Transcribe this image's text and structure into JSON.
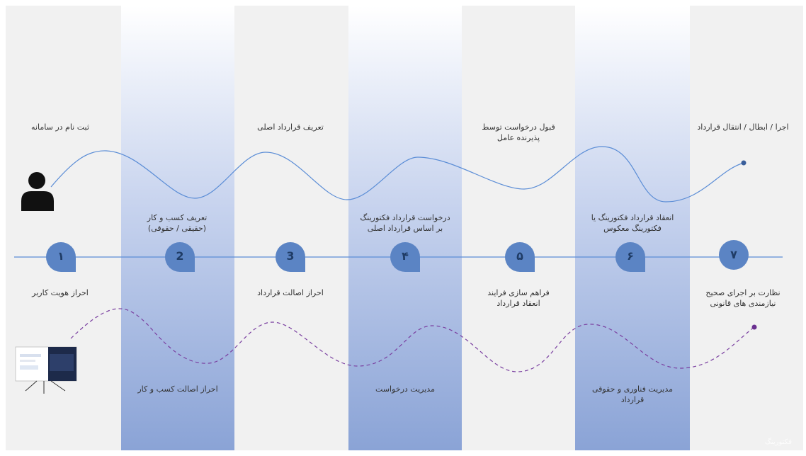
{
  "steps": [
    {
      "num": "١",
      "top": "ثبت نام در سامانه",
      "top2": "",
      "bottom": "احراز هویت کاربر",
      "bottom2": ""
    },
    {
      "num": "2",
      "top": "تعریف کسب و کار",
      "top2": "(حقیقی / حقوقی)",
      "bottom": "",
      "bottom2": ""
    },
    {
      "num": "3",
      "top": "تعریف قرارداد اصلی",
      "top2": "",
      "bottom": "احراز اصالت قرارداد",
      "bottom2": ""
    },
    {
      "num": "۴",
      "top": "درخواست قرارداد فکتورینگ",
      "top2": "بر اساس قرارداد اصلی",
      "bottom": "",
      "bottom2": ""
    },
    {
      "num": "۵",
      "top": "قبول درخواست توسط",
      "top2": "پذیرنده عامل",
      "bottom": "فراهم سازی فرایند",
      "bottom2": "انعقاد قرارداد"
    },
    {
      "num": "۶",
      "top": "انعقاد قرارداد فکتورینگ یا",
      "top2": "فکتورینگ معکوس",
      "bottom": "",
      "bottom2": ""
    },
    {
      "num": "۷",
      "top": "اجرا / ابطال / انتقال قرارداد",
      "top2": "",
      "bottom": "نظارت بر اجرای صحیح",
      "bottom2": "نیازمندی های قانونی"
    }
  ],
  "lower_labels": [
    "احراز اصالت کسب و کار",
    "مدیریت درخواست",
    "مدیریت فناوری و حقوقی",
    "قرارداد"
  ],
  "watermark": "فکتورینگ",
  "colors": {
    "band": "#8fa8d8",
    "pin": "#5b84c4",
    "line": "#5b8dd6",
    "dashed": "#7a3fa0"
  }
}
